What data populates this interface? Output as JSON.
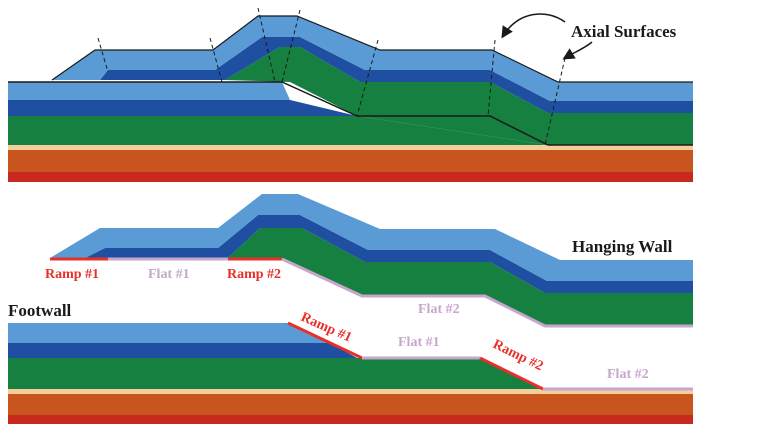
{
  "labels": {
    "axial_surfaces": "Axial Surfaces",
    "hanging_wall": "Hanging Wall",
    "footwall": "Footwall",
    "hw_ramp1": "Ramp #1",
    "hw_flat1": "Flat #1",
    "hw_ramp2": "Ramp #2",
    "hw_flat2": "Flat #2",
    "fw_ramp1": "Ramp #1",
    "fw_flat1": "Flat #1",
    "fw_ramp2": "Ramp #2",
    "fw_flat2": "Flat #2"
  },
  "colors": {
    "light_blue": "#5b9bd5",
    "dark_blue": "#1f4fa0",
    "green": "#168040",
    "tan": "#f3cf9c",
    "orange": "#c8551e",
    "red_layer": "#c8281e",
    "ramp_label": "#e8302a",
    "flat_label": "#c7a6cc",
    "outline": "#1a1a1a"
  },
  "layers_bottom_to_top": [
    "red",
    "orange",
    "tan",
    "green",
    "dark blue",
    "light blue"
  ]
}
